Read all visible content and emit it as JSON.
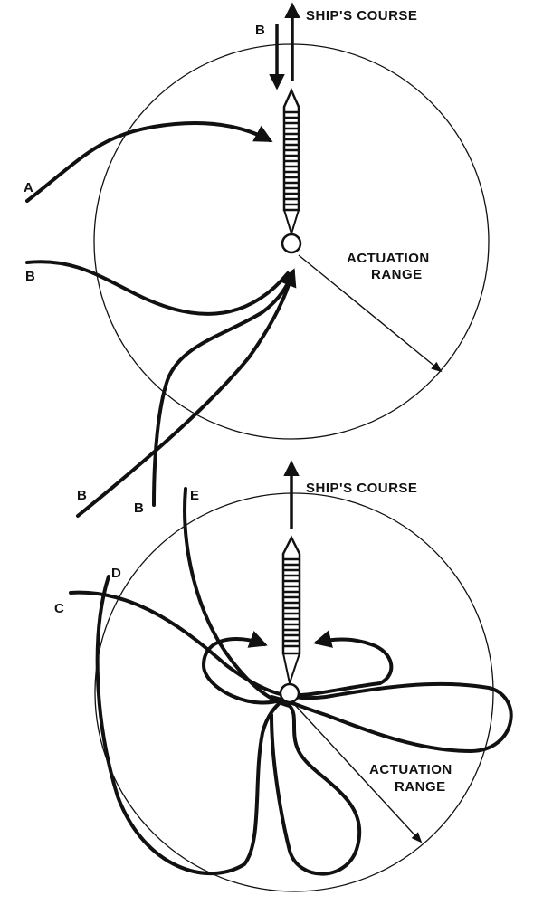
{
  "top_diagram": {
    "course_label": "SHIP'S COURSE",
    "range_label_line1": "ACTUATION",
    "range_label_line2": "RANGE",
    "approach_b_top": "B",
    "approach_a": "A",
    "approach_b_left": "B",
    "approach_b_bottom_left": "B",
    "approach_b_bottom": "B"
  },
  "bottom_diagram": {
    "course_label": "SHIP'S COURSE",
    "range_label_line1": "ACTUATION",
    "range_label_line2": "RANGE",
    "approach_c": "C",
    "approach_d": "D",
    "approach_e": "E"
  }
}
